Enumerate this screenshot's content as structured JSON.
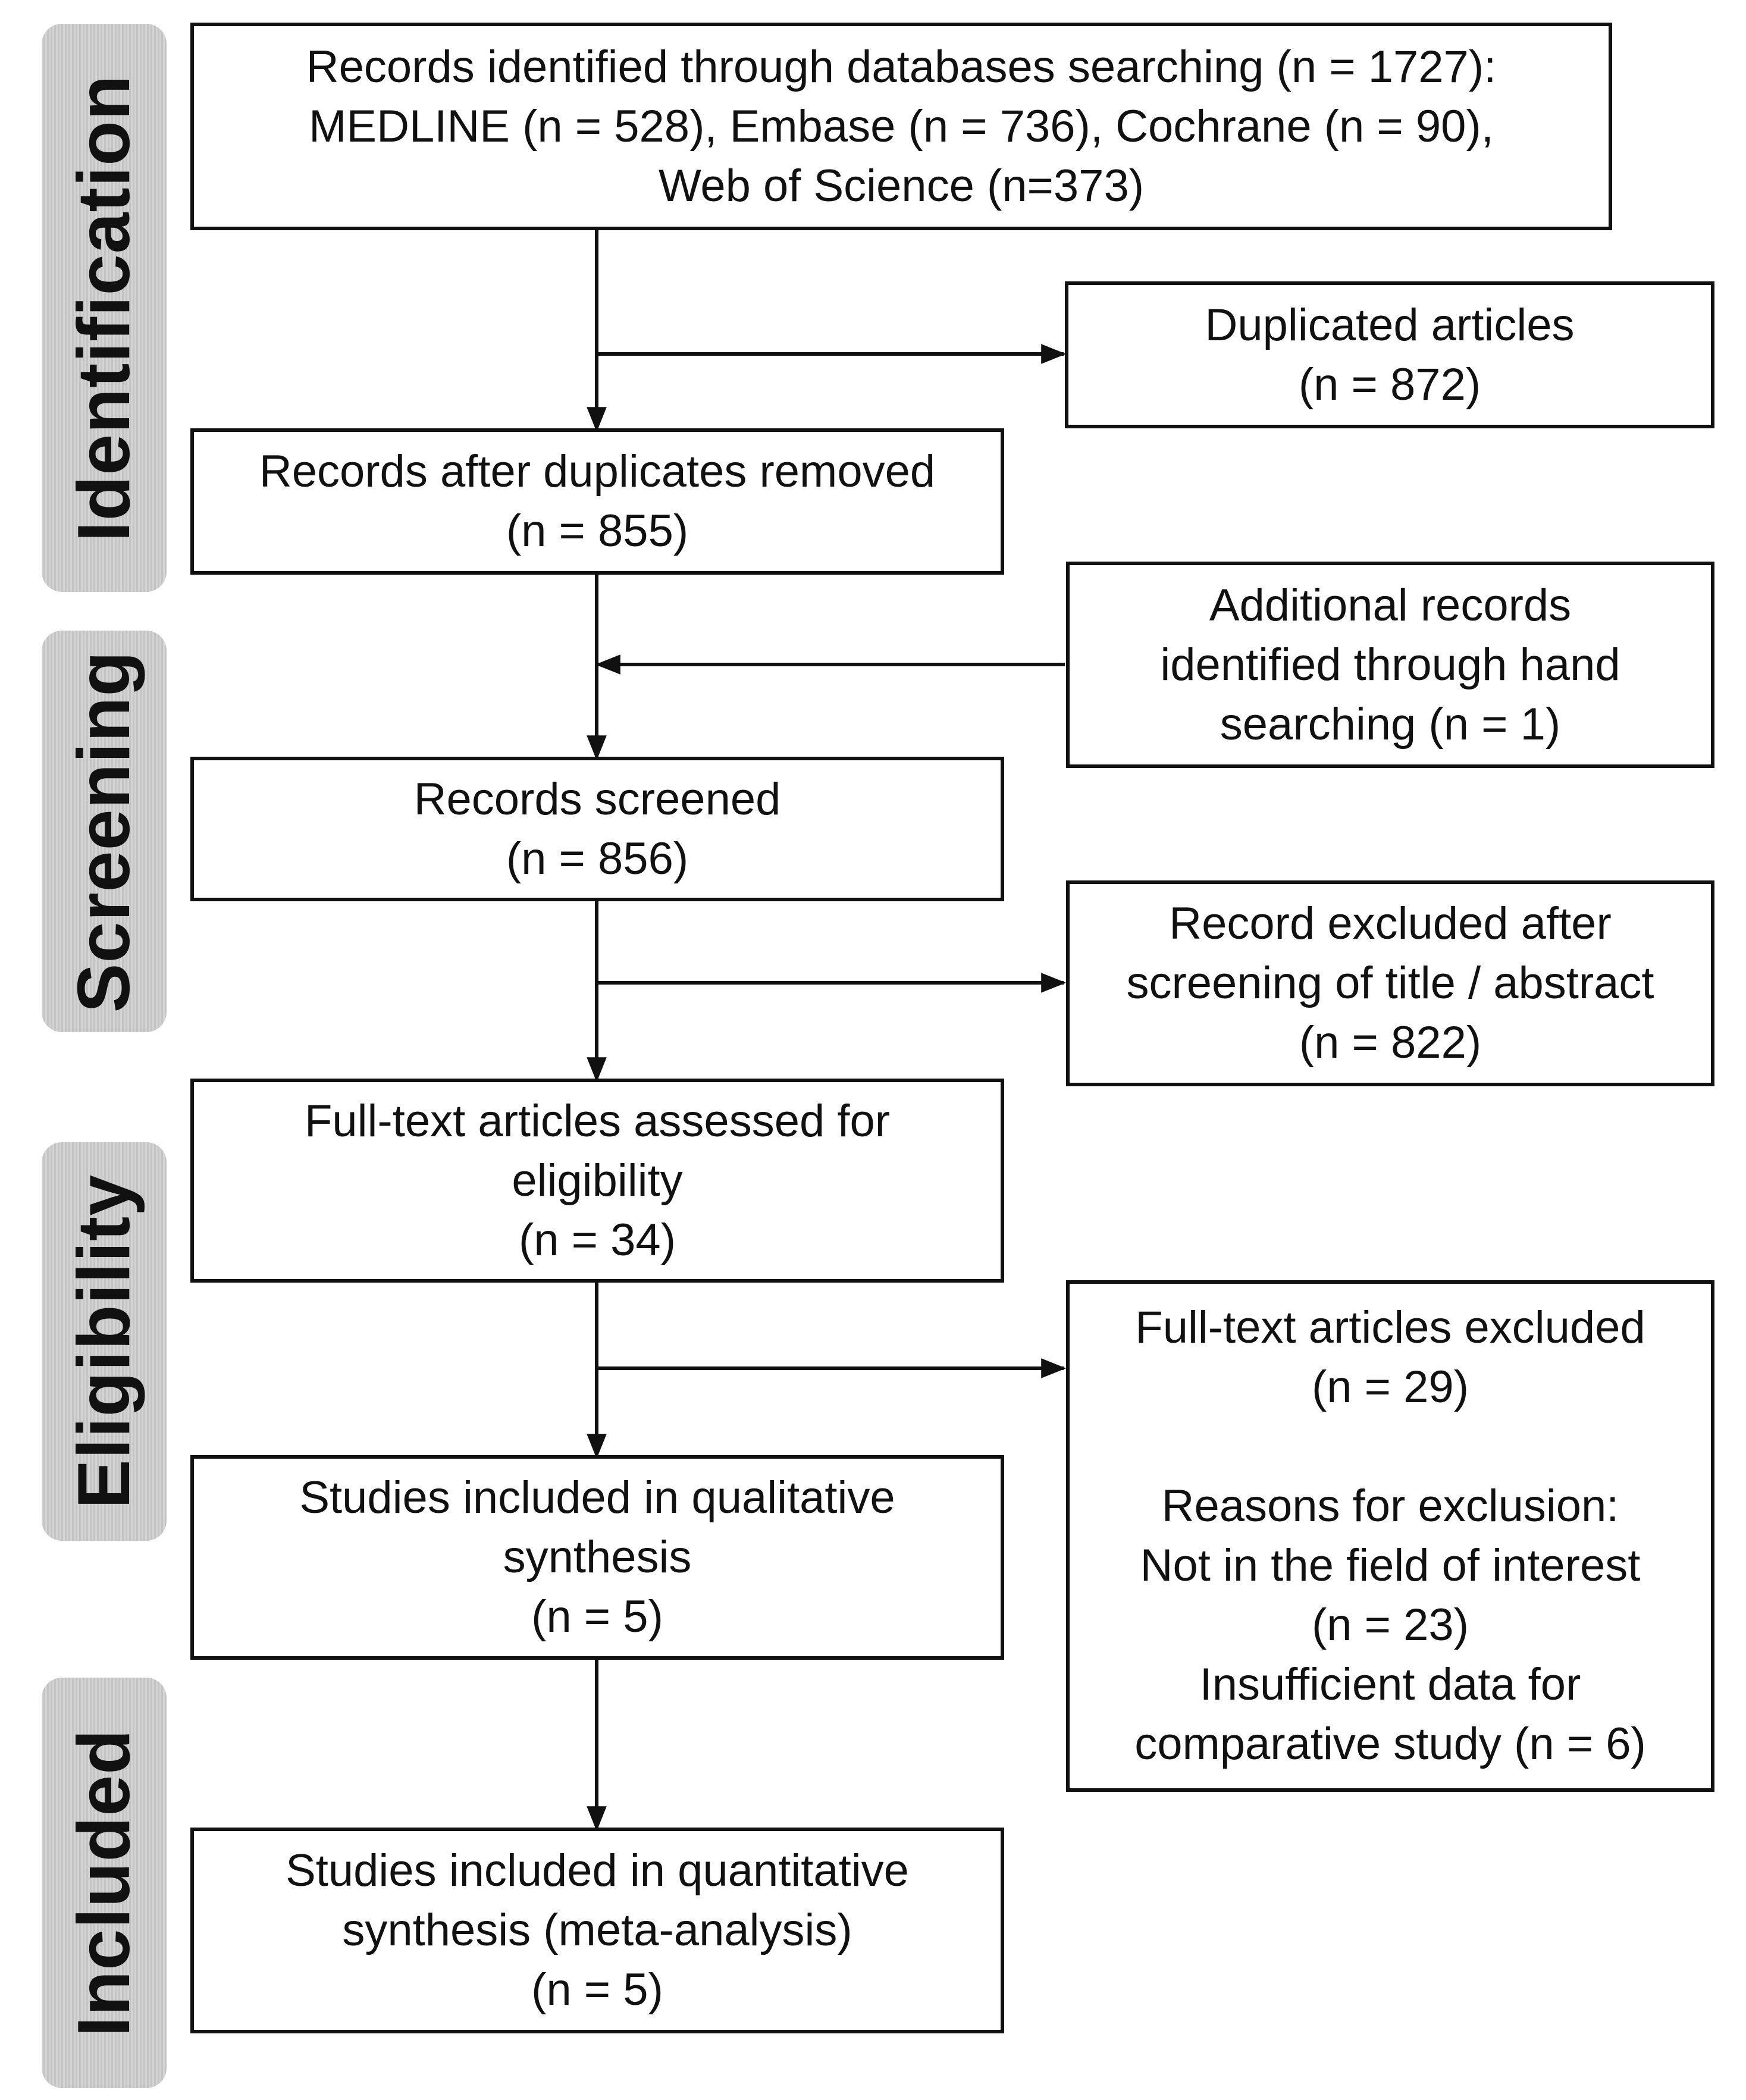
{
  "phases": {
    "identification": "Identification",
    "screening": "Screening",
    "eligibility": "Eligibility",
    "included": "Included"
  },
  "boxes": {
    "records_identified": {
      "line1": "Records identified through databases searching (n = 1727):",
      "line2": "MEDLINE (n = 528), Embase (n = 736), Cochrane (n = 90),",
      "line3": "Web of Science (n=373)"
    },
    "duplicated_articles": {
      "line1": "Duplicated articles",
      "line2": "(n = 872)"
    },
    "after_duplicates": {
      "line1": "Records after duplicates removed",
      "line2": "(n = 855)"
    },
    "additional_records": {
      "line1": "Additional records",
      "line2": "identified through hand",
      "line3": "searching (n = 1)"
    },
    "records_screened": {
      "line1": "Records screened",
      "line2": "(n = 856)"
    },
    "records_excluded": {
      "line1": "Record excluded after",
      "line2": "screening of title / abstract",
      "line3": "(n = 822)"
    },
    "fulltext_assessed": {
      "line1": "Full-text articles assessed for",
      "line2": "eligibility",
      "line3": "(n = 34)"
    },
    "fulltext_excluded": {
      "line1": "Full-text articles excluded",
      "line2": "(n = 29)",
      "line3": "Reasons for exclusion:",
      "line4": "Not in the field of interest",
      "line5": "(n = 23)",
      "line6": "Insufficient data for",
      "line7": "comparative study (n = 6)"
    },
    "qualitative": {
      "line1": "Studies included in qualitative",
      "line2": "synthesis",
      "line3": "(n = 5)"
    },
    "quantitative": {
      "line1": "Studies included in quantitative",
      "line2": "synthesis (meta-analysis)",
      "line3": "(n = 5)"
    }
  }
}
